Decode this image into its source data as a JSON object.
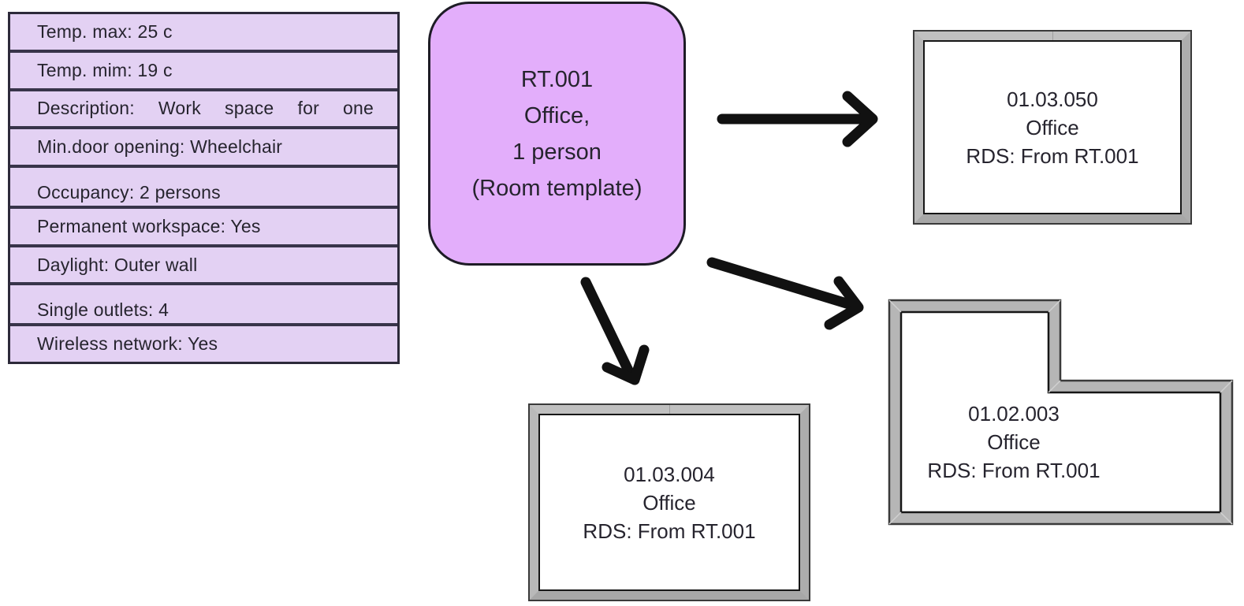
{
  "properties_panel": {
    "rows": [
      {
        "text": "Temp. max: 25 c"
      },
      {
        "text": "Temp. mim: 19 c"
      },
      {
        "text": "Description: Work space for one"
      },
      {
        "text": "Min.door opening: Wheelchair"
      },
      {
        "text": "Occupancy: 2 persons"
      },
      {
        "text": "Permanent workspace: Yes"
      },
      {
        "text": "Daylight: Outer wall"
      },
      {
        "text": "Single outlets: 4"
      },
      {
        "text": "Wireless network: Yes"
      }
    ]
  },
  "template_node": {
    "lines": [
      "RT.001",
      "Office,",
      "1 person",
      "(Room template)"
    ]
  },
  "rooms": [
    {
      "id": "01.03.050",
      "type": "Office",
      "rds": "RDS: From RT.001"
    },
    {
      "id": "01.03.004",
      "type": "Office",
      "rds": "RDS: From RT.001"
    },
    {
      "id": "01.02.003",
      "type": "Office",
      "rds": "RDS: From RT.001"
    }
  ],
  "colors": {
    "template_fill": "#e3aefb",
    "panel_fill": "#e3d1f3",
    "panel_border": "#38344a",
    "wall_gray": "#b6b6b6",
    "wall_line": "#161616",
    "arrow": "#111111",
    "text": "#26242e"
  }
}
